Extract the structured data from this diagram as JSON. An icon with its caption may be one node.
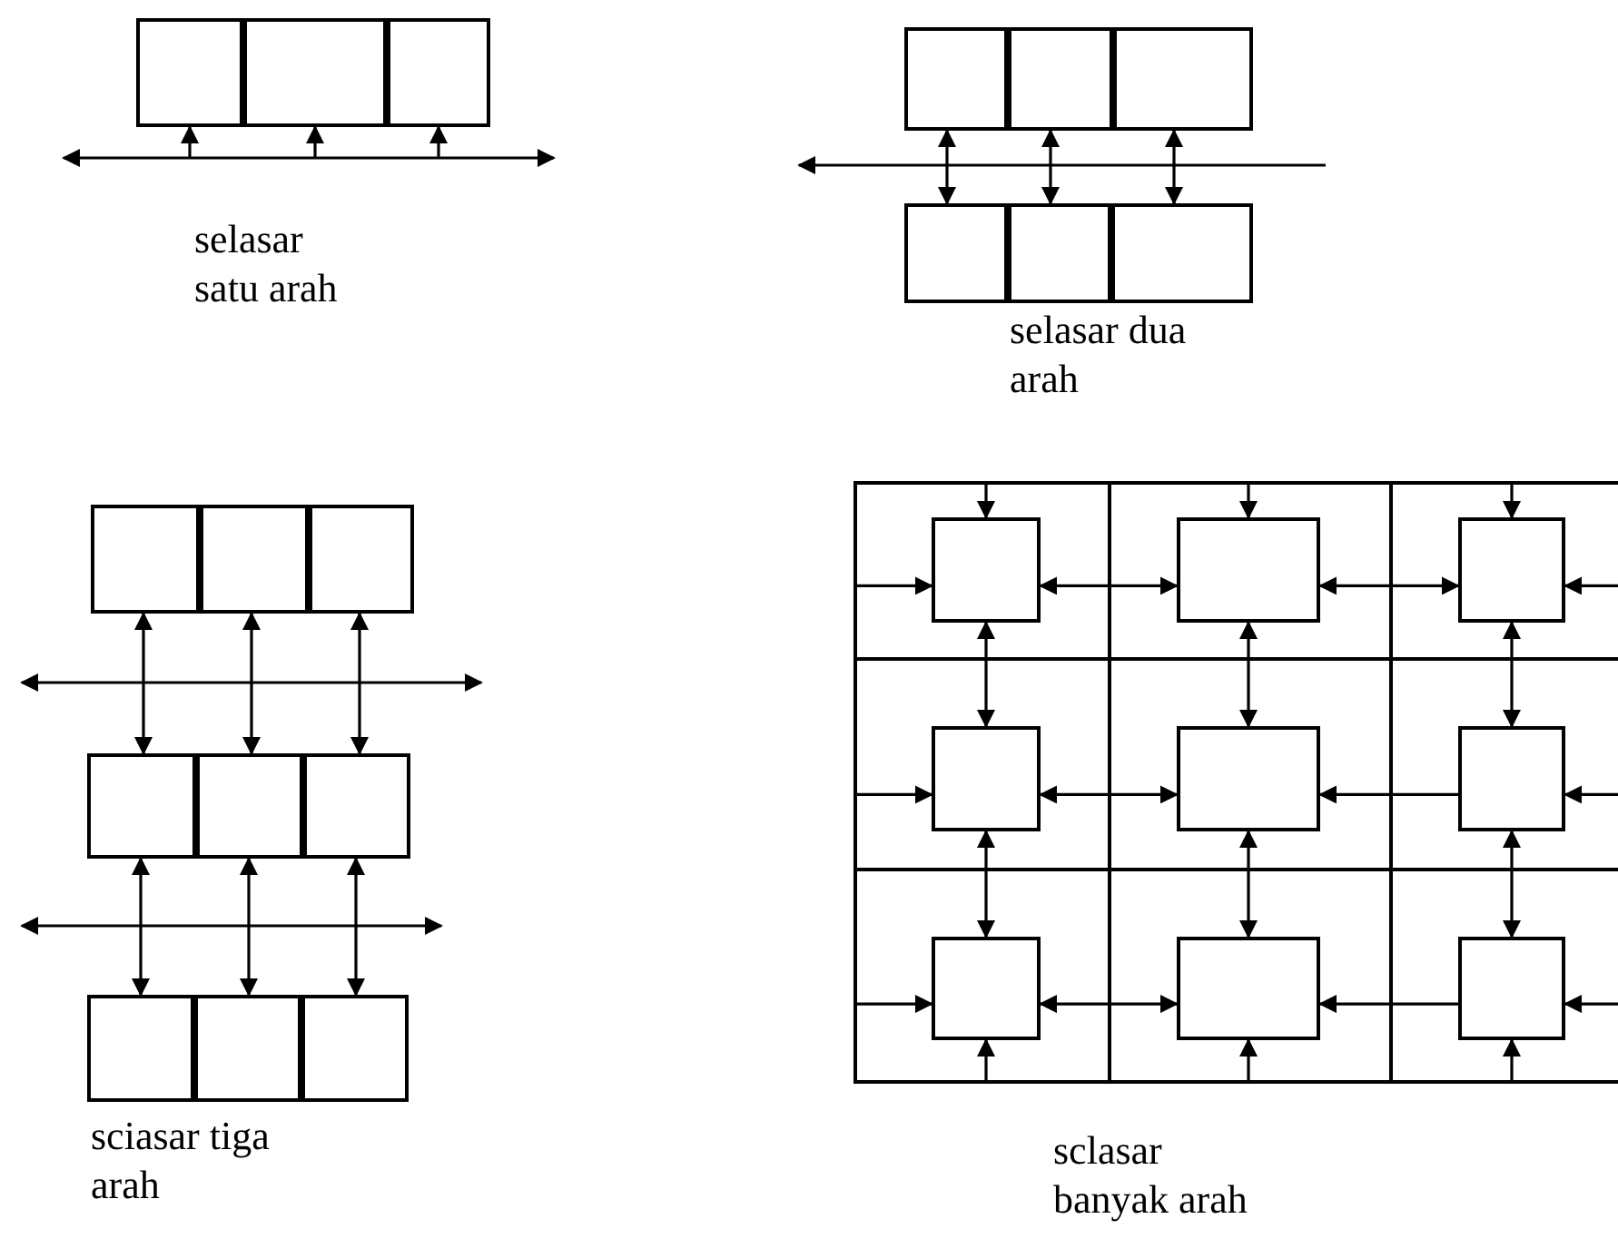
{
  "diagram": {
    "nodes": [
      {
        "text": [],
        "shape": "box"
      },
      {
        "text": [],
        "shape": "box"
      },
      {
        "text": [],
        "shape": "box"
      },
      {
        "text": [],
        "shape": "box"
      },
      {
        "text": [],
        "shape": "box"
      },
      {
        "text": [],
        "shape": "box"
      },
      {
        "text": [],
        "shape": "box"
      },
      {
        "text": [],
        "shape": "box"
      },
      {
        "text": [],
        "shape": "box"
      },
      {
        "text": [],
        "shape": "box"
      },
      {
        "text": [],
        "shape": "box"
      },
      {
        "text": [],
        "shape": "box"
      },
      {
        "text": [],
        "shape": "box"
      },
      {
        "text": [],
        "shape": "box"
      },
      {
        "text": [],
        "shape": "box"
      },
      {
        "text": [],
        "shape": "box"
      },
      {
        "text": [],
        "shape": "box"
      },
      {
        "text": [],
        "shape": "box"
      },
      {
        "text": [],
        "shape": "box"
      },
      {
        "text": [],
        "shape": "box",
        "in": 18
      },
      {
        "text": [],
        "shape": "box"
      },
      {
        "text": [],
        "shape": "box",
        "in": 20
      },
      {
        "text": [],
        "shape": "box"
      },
      {
        "text": [],
        "shape": "box",
        "in": 22
      },
      {
        "text": [],
        "shape": "box"
      },
      {
        "text": [],
        "shape": "box",
        "in": 24
      },
      {
        "text": [],
        "shape": "box"
      },
      {
        "text": [],
        "shape": "box",
        "in": 26
      },
      {
        "text": [],
        "shape": "box"
      },
      {
        "text": [],
        "shape": "box",
        "in": 28
      },
      {
        "text": [],
        "shape": "box"
      },
      {
        "text": [],
        "shape": "box",
        "in": 30
      },
      {
        "text": [],
        "shape": "box"
      },
      {
        "text": [],
        "shape": "box",
        "in": 32
      },
      {
        "text": [],
        "shape": "box"
      },
      {
        "text": [],
        "shape": "box",
        "in": 34
      }
    ],
    "edges": [
      {
        "from": null,
        "to": 0,
        "arrow": "to"
      },
      {
        "from": null,
        "to": 1,
        "arrow": "to"
      },
      {
        "from": null,
        "to": 2,
        "arrow": "to"
      },
      {
        "from": 3,
        "to": 6,
        "arrow": "both"
      },
      {
        "from": 4,
        "to": 7,
        "arrow": "both"
      },
      {
        "from": 5,
        "to": 8,
        "arrow": "both"
      },
      {
        "from": 9,
        "to": 12,
        "arrow": "both"
      },
      {
        "from": 10,
        "to": 13,
        "arrow": "both"
      },
      {
        "from": 11,
        "to": 14,
        "arrow": "both"
      },
      {
        "from": 12,
        "to": 15,
        "arrow": "both"
      },
      {
        "from": 13,
        "to": 16,
        "arrow": "both"
      },
      {
        "from": 14,
        "to": 17,
        "arrow": "both"
      },
      {
        "from": 19,
        "to": 25,
        "arrow": "both"
      },
      {
        "from": 25,
        "to": 31,
        "arrow": "both"
      },
      {
        "from": 21,
        "to": 27,
        "arrow": "both"
      },
      {
        "from": 27,
        "to": 33,
        "arrow": "both"
      },
      {
        "from": 23,
        "to": 29,
        "arrow": "both"
      },
      {
        "from": 29,
        "to": 35,
        "arrow": "both"
      },
      {
        "from": 19,
        "to": 21,
        "arrow": "both"
      },
      {
        "from": 21,
        "to": 23,
        "arrow": "both"
      },
      {
        "from": 25,
        "to": 27,
        "arrow": "both"
      },
      {
        "from": 29,
        "to": 27,
        "arrow": "to"
      },
      {
        "from": 31,
        "to": 33,
        "arrow": "both"
      },
      {
        "from": 35,
        "to": 33,
        "arrow": "to"
      },
      {
        "from": null,
        "to": 19,
        "arrow": "to"
      },
      {
        "from": null,
        "to": 21,
        "arrow": "to"
      },
      {
        "from": null,
        "to": 23,
        "arrow": "to"
      },
      {
        "from": null,
        "to": 31,
        "arrow": "to"
      },
      {
        "from": null,
        "to": 33,
        "arrow": "to"
      },
      {
        "from": null,
        "to": 35,
        "arrow": "to"
      },
      {
        "from": null,
        "to": 19,
        "arrow": "to"
      },
      {
        "from": null,
        "to": 25,
        "arrow": "to"
      },
      {
        "from": null,
        "to": 31,
        "arrow": "to"
      },
      {
        "from": null,
        "to": 23,
        "arrow": "to"
      },
      {
        "from": null,
        "to": 29,
        "arrow": "to"
      },
      {
        "from": null,
        "to": 35,
        "arrow": "to"
      }
    ],
    "labels": [
      "selasar satu arah",
      "selasar dua arah",
      "sciasar tiga arah",
      "sclasar banyak arah"
    ]
  }
}
